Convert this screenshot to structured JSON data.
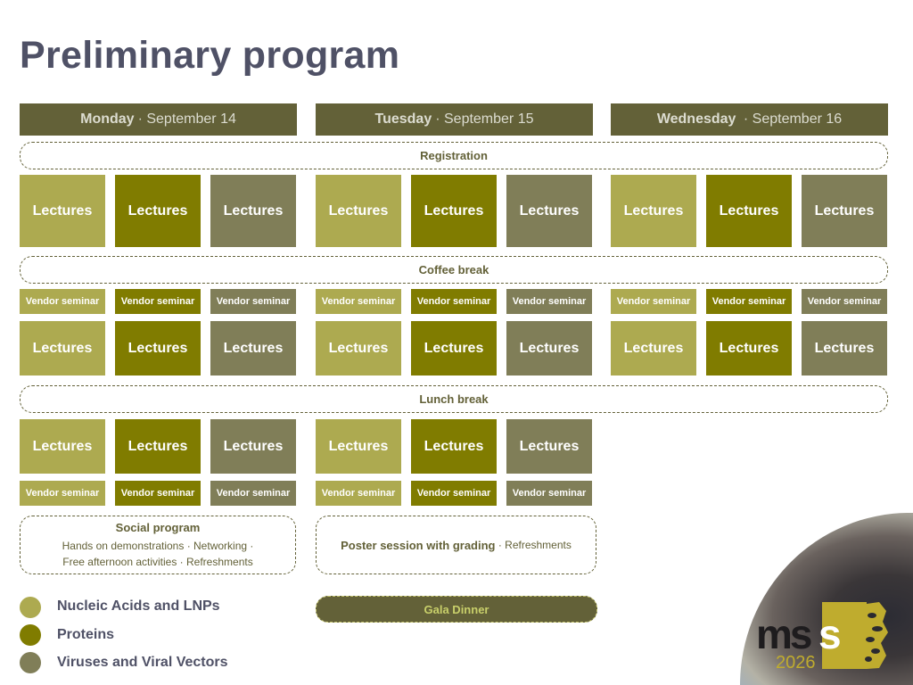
{
  "title": "Preliminary program",
  "days": [
    {
      "day": "Monday",
      "date": "· September 14"
    },
    {
      "day": "Tuesday",
      "date": "· September 15"
    },
    {
      "day": "Wednesday",
      "date": " · September 16"
    }
  ],
  "breaks": {
    "registration": "Registration",
    "coffee": "Coffee break",
    "lunch": "Lunch break"
  },
  "session_labels": {
    "lectures": "Lectures",
    "vendor": "Vendor seminar"
  },
  "social": {
    "heading": "Social program",
    "line1": "Hands on demonstrations · Networking ·",
    "line2": "Free afternoon activities · Refreshments"
  },
  "poster": {
    "heading": "Poster session with grading",
    "rest": " · Refreshments"
  },
  "gala": "Gala Dinner",
  "legend": [
    {
      "label": "Nucleic Acids and LNPs",
      "color": "#adaa50"
    },
    {
      "label": "Proteins",
      "color": "#807c00"
    },
    {
      "label": "Viruses and Viral Vectors",
      "color": "#807e58"
    }
  ],
  "logo": {
    "text": "mss",
    "year": "2026"
  }
}
